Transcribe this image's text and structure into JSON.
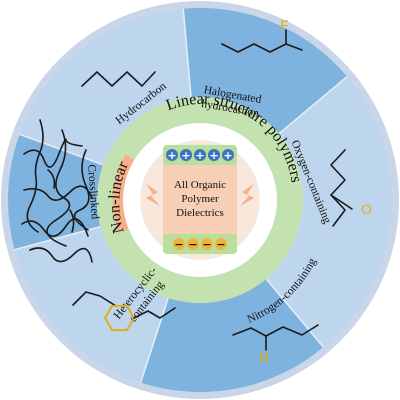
{
  "segments": {
    "hydrocarbon": "Hydrocarbon",
    "halogenated_line1": "Halogenated",
    "halogenated_line2": "hydrocarbon",
    "oxygen": "Oxygen-containing",
    "nitrogen": "Nitrogen-containing",
    "heterocyclic_line1": "Heterocyclic-",
    "heterocyclic_line2": "containing",
    "crosslinked": "Crosslinked"
  },
  "ring": {
    "linear": "Linear structure polymers",
    "nonlinear": "Non-linear"
  },
  "center": {
    "line1": "All Organic",
    "line2": "Polymer",
    "line3": "Dielectrics",
    "positive_symbols": [
      "+",
      "+",
      "+",
      "+",
      "+"
    ],
    "negative_symbols": [
      "−",
      "−",
      "−",
      "−"
    ]
  },
  "atoms": {
    "fluorine": "F",
    "oxygen": "O",
    "nitrogen": "N"
  },
  "colors": {
    "outer_border": "#c9d6e8",
    "segment_light": "#bdd6ee",
    "segment_dark": "#7fb3df",
    "ring_green": "#c4e2b0",
    "ring_orange": "#f5b08a",
    "center_bg": "#f8e8dc",
    "capacitor_fill": "#f7cfb5",
    "plate_green": "#b8df9c",
    "positive_circle": "#3d74c2",
    "negative_circle": "#f1b43a",
    "atom_gold": "#e2ad18",
    "lightning": "#f2ae86"
  }
}
